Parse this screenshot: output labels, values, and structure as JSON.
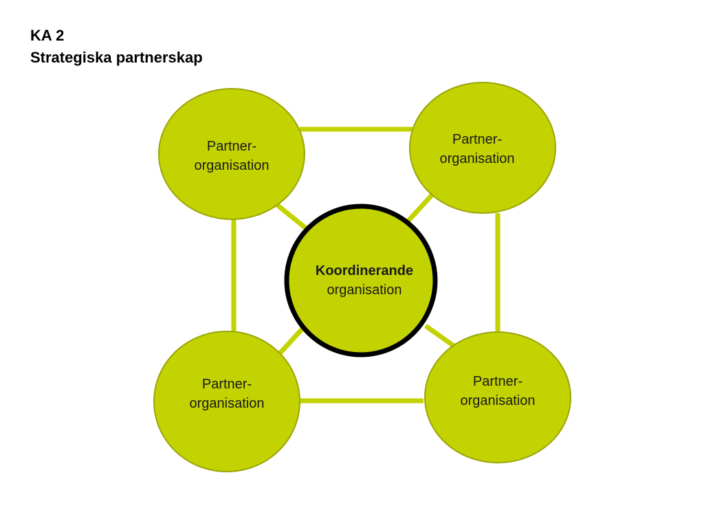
{
  "slide": {
    "title_line1": "KA 2",
    "title_line2": "Strategiska partnerskap"
  },
  "diagram": {
    "colors": {
      "node_fill": "#c3d201",
      "node_stroke": "#9aa60a",
      "connector": "#c3d201",
      "center_border": "#000000"
    },
    "center": {
      "line1": "Koordinerande",
      "line2": "organisation"
    },
    "partners": [
      {
        "line1": "Partner-",
        "line2": "organisation"
      },
      {
        "line1": "Partner-",
        "line2": "organisation"
      },
      {
        "line1": "Partner-",
        "line2": "organisation"
      },
      {
        "line1": "Partner-",
        "line2": "organisation"
      }
    ]
  }
}
